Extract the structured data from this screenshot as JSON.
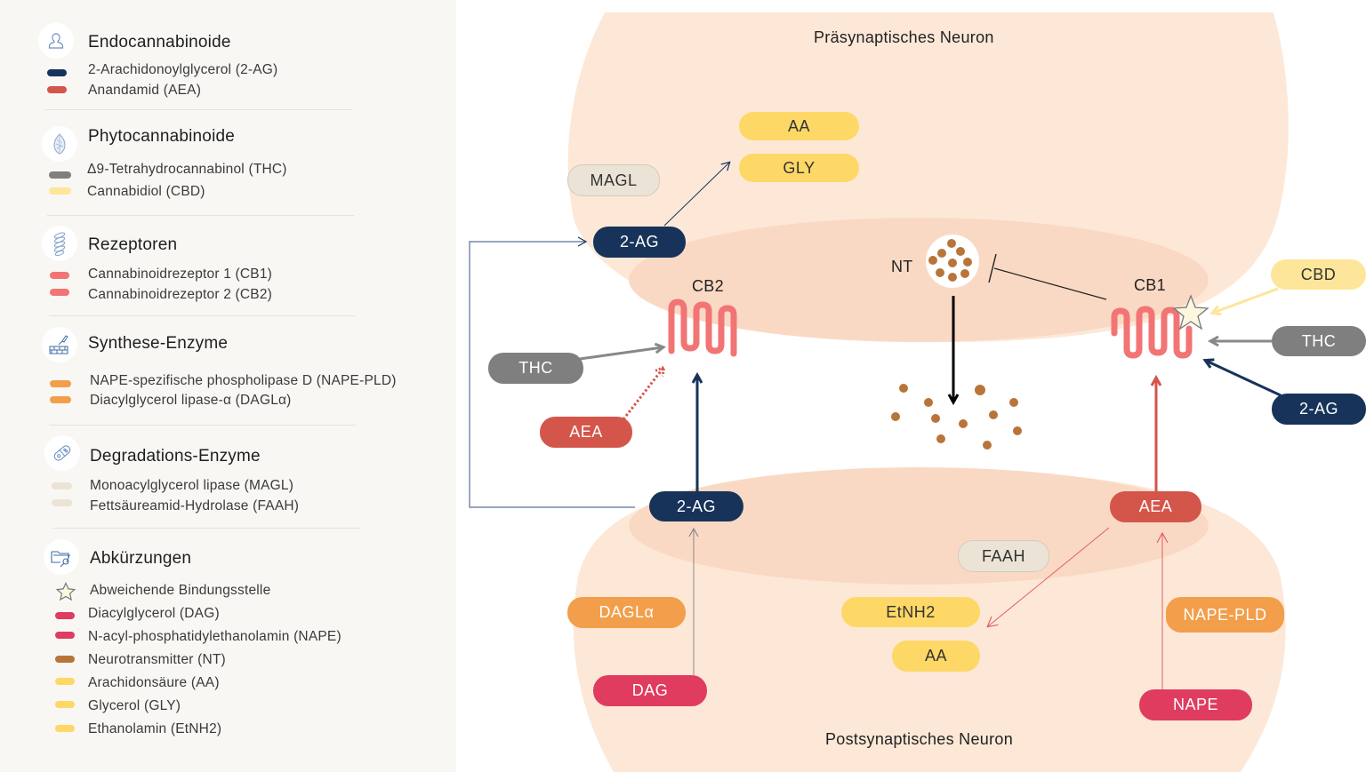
{
  "colors": {
    "legend_bg": "#f8f7f4",
    "neuron_fill": "#fde8d7",
    "membrane_fill": "#fad9c4",
    "two_ag": "#17335a",
    "aea": "#d4554a",
    "thc": "#7f7f7f",
    "cbd": "#fde699",
    "receptor": "#f27474",
    "synthesis_enzyme": "#f29e4a",
    "degradation_enzyme": "#ebe3d6",
    "dag_nape": "#e03c60",
    "nt": "#b8753a",
    "aa_gly_etnh2": "#fdd866",
    "icon_blue": "#3f6ea5"
  },
  "legend": {
    "sections": [
      {
        "title": "Endocannabinoide",
        "icon": "person-icon",
        "items": [
          {
            "label": "2-Arachidonoylglycerol (2-AG)",
            "color": "#17335a"
          },
          {
            "label": "Anandamid (AEA)",
            "color": "#d4554a"
          }
        ]
      },
      {
        "title": "Phytocannabinoide",
        "icon": "cannabis-bud-icon",
        "items": [
          {
            "label": "Δ9-Tetrahydrocannabinol (THC)",
            "color": "#7f7f7f"
          },
          {
            "label": "Cannabidiol (CBD)",
            "color": "#fde699"
          }
        ]
      },
      {
        "title": "Rezeptoren",
        "icon": "receptor-coil-icon",
        "items": [
          {
            "label": "Cannabinoidrezeptor 1 (CB1)",
            "color": "#f27474"
          },
          {
            "label": "Cannabinoidrezeptor 2 (CB2)",
            "color": "#f27474"
          }
        ]
      },
      {
        "title": "Synthese-Enzyme",
        "icon": "trowel-bricks-icon",
        "items": [
          {
            "label": "NAPE-spezifische  phospholipase D (NAPE-PLD)",
            "color": "#f29e4a"
          },
          {
            "label": "Diacylglycerol lipase-α (DAGLα)",
            "color": "#f29e4a"
          }
        ]
      },
      {
        "title": "Degradations-Enzyme",
        "icon": "pill-capsule-icon",
        "items": [
          {
            "label": "Monoacylglycerol lipase (MAGL)",
            "color": "#ebe3d6"
          },
          {
            "label": "Fettsäureamid-Hydrolase (FAAH)",
            "color": "#ebe3d6"
          }
        ]
      },
      {
        "title": "Abkürzungen",
        "icon": "folder-search-icon",
        "items": [
          {
            "label": "Abweichende Bindungsstelle",
            "symbol": "star-icon"
          },
          {
            "label": "Diacylglycerol (DAG)",
            "color": "#e03c60"
          },
          {
            "label": "N-acyl-phosphatidylethanolamin (NAPE)",
            "color": "#e03c60"
          },
          {
            "label": "Neurotransmitter (NT)",
            "color": "#b8753a"
          },
          {
            "label": "Arachidonsäure (AA)",
            "color": "#fdd866"
          },
          {
            "label": "Glycerol (GLY)",
            "color": "#fdd866"
          },
          {
            "label": "Ethanolamin (EtNH2)",
            "color": "#fdd866"
          }
        ]
      }
    ]
  },
  "diagram": {
    "presynaptic_label": "Präsynaptisches Neuron",
    "postsynaptic_label": "Postsynaptisches Neuron",
    "receptors": {
      "cb2": "CB2",
      "cb1": "CB1"
    },
    "nt_label": "NT",
    "pre": {
      "aa": "AA",
      "gly": "GLY",
      "magl": "MAGL",
      "two_ag": "2-AG"
    },
    "left_ligands": {
      "thc": "THC",
      "aea": "AEA"
    },
    "right_ligands": {
      "cbd": "CBD",
      "thc": "THC",
      "two_ag": "2-AG"
    },
    "post": {
      "two_ag": "2-AG",
      "aea": "AEA",
      "faah": "FAAH",
      "daglalpha": "DAGLα",
      "dag": "DAG",
      "etnh2": "EtNH2",
      "aa": "AA",
      "nape_pld": "NAPE-PLD",
      "nape": "NAPE"
    }
  }
}
